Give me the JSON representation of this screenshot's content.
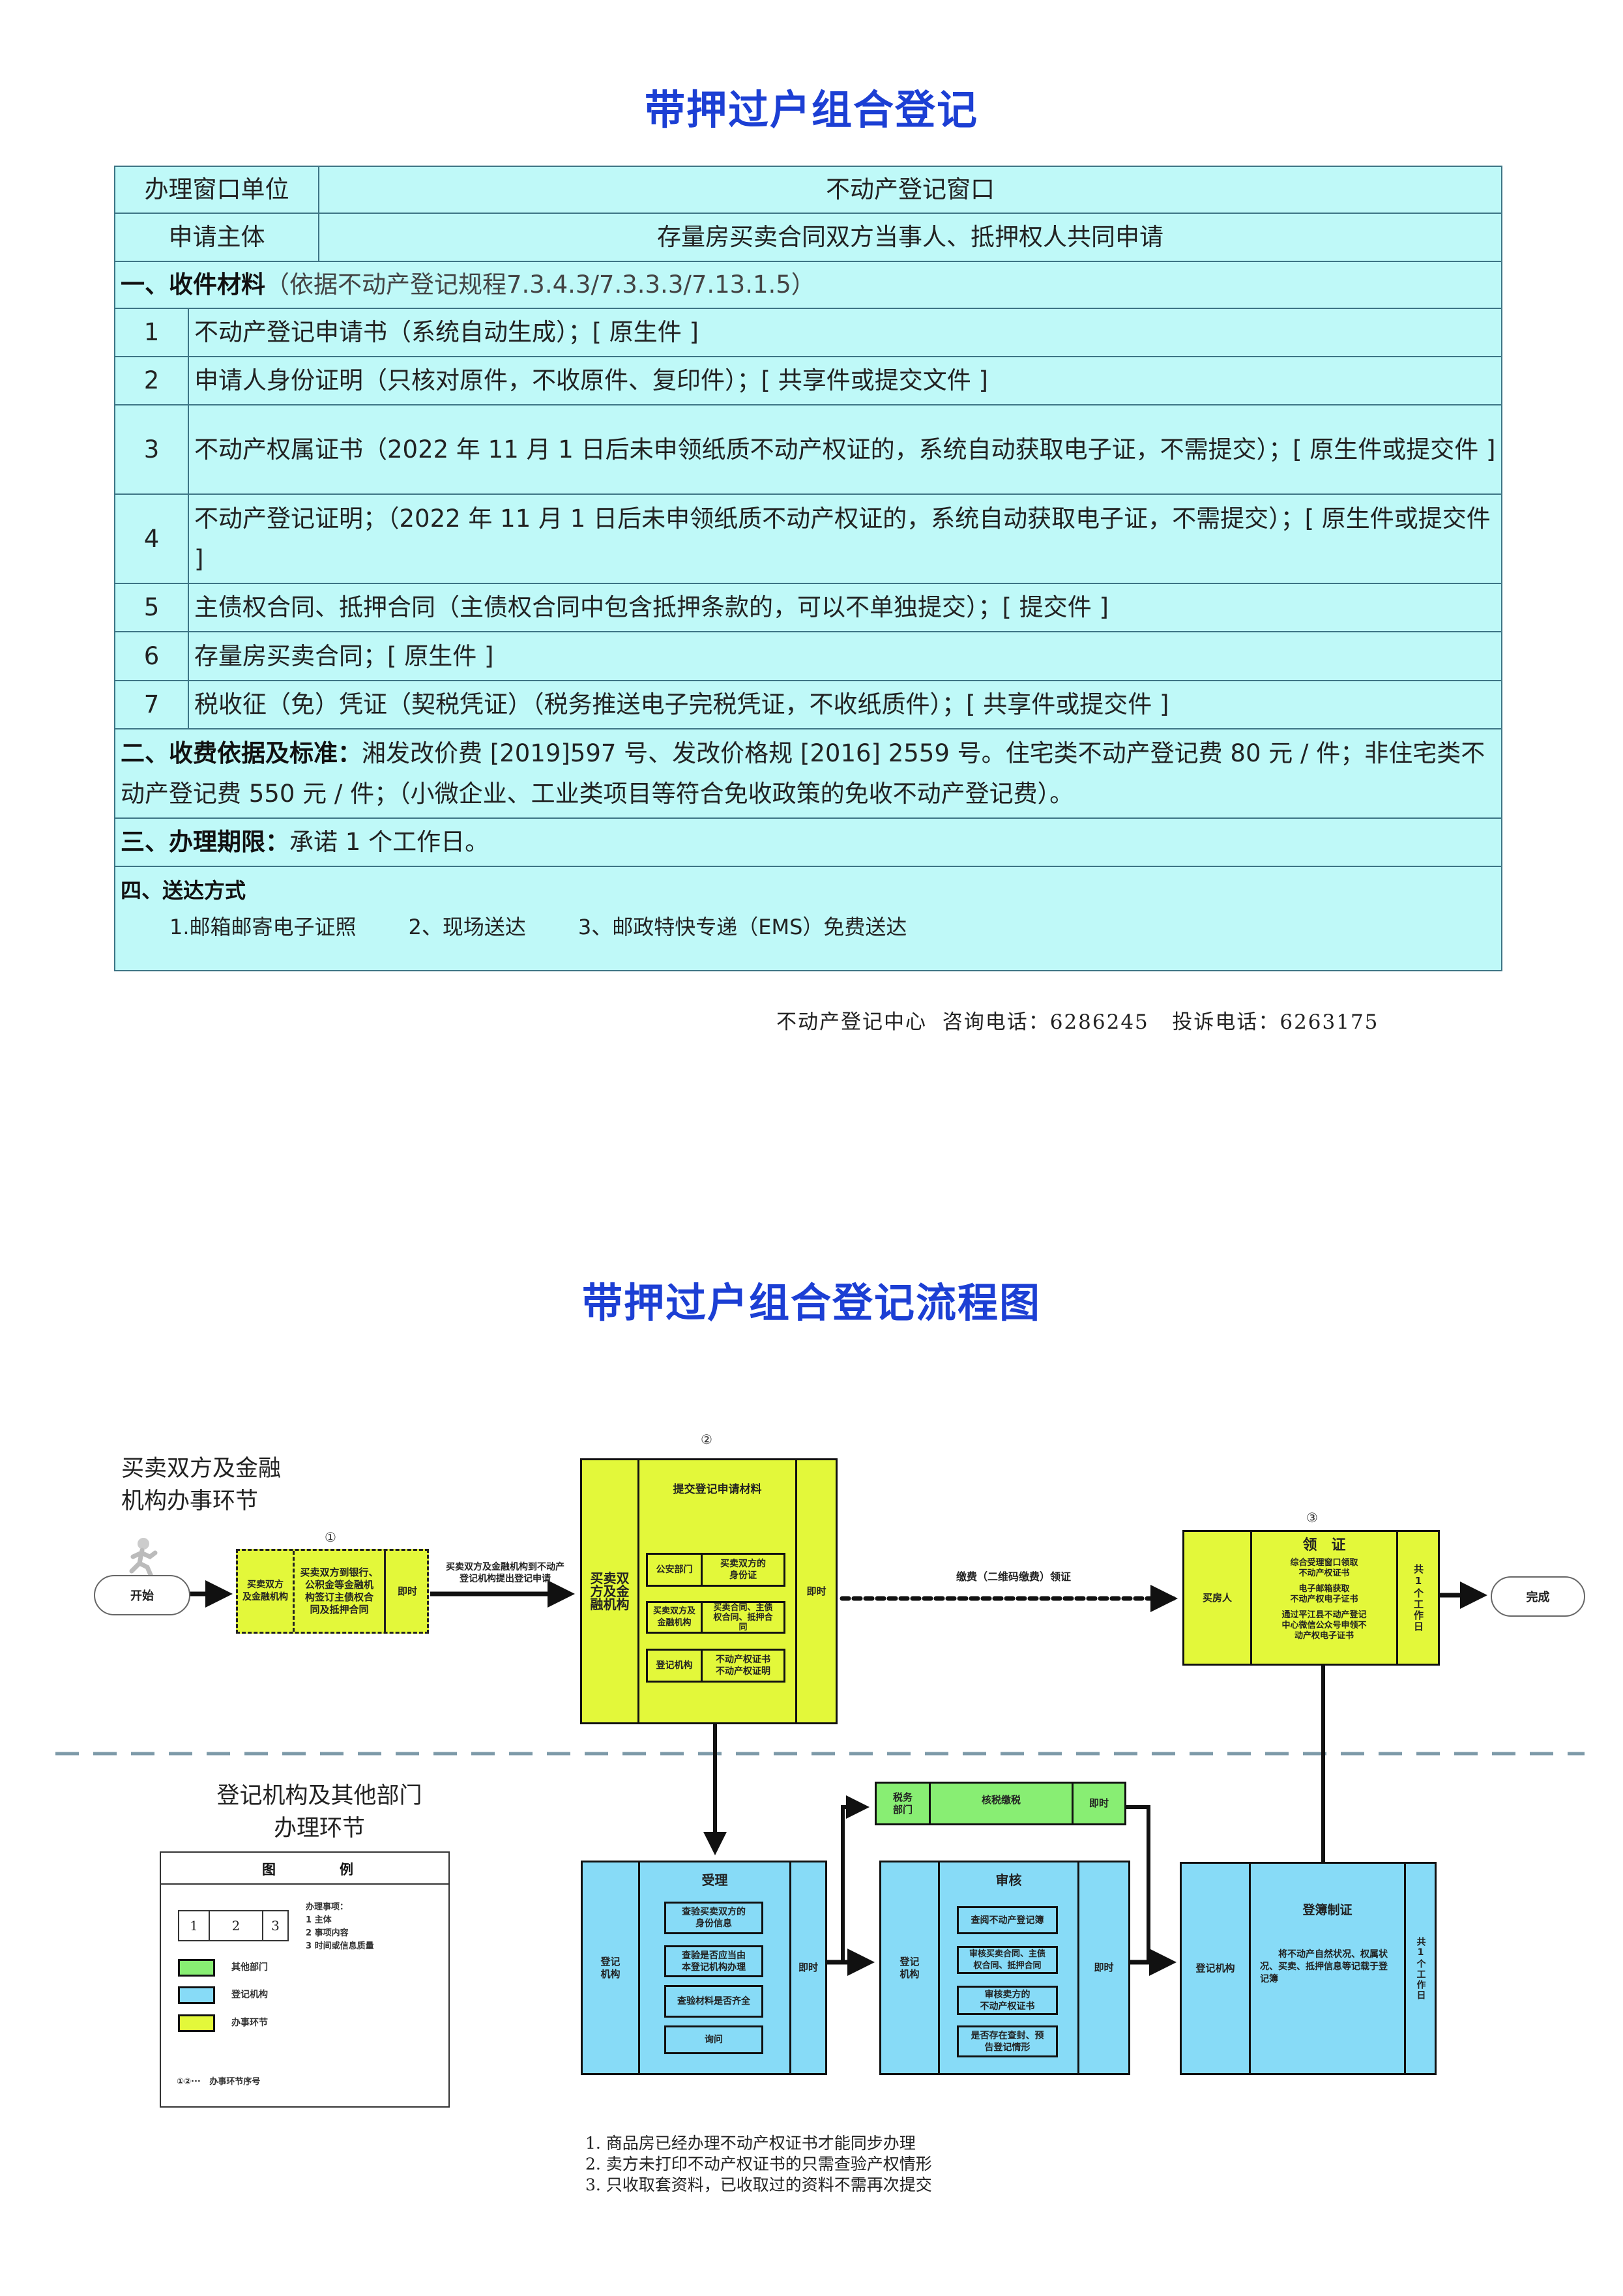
{
  "header": {
    "title": "带押过户组合登记"
  },
  "info_table": {
    "window_unit": {
      "label": "办理窗口单位",
      "value": "不动产登记窗口"
    },
    "applicant": {
      "label": "申请主体",
      "value": "存量房买卖合同双方当事人、抵押权人共同申请"
    },
    "materials": {
      "heading": "一、收件材料",
      "note": "（依据不动产登记规程7.3.4.3/7.3.3.3/7.13.1.5）",
      "items": [
        {
          "no": "1",
          "text": "不动产登记申请书（系统自动生成）；[ 原生件 ]"
        },
        {
          "no": "2",
          "text": "申请人身份证明（只核对原件，不收原件、复印件）；[ 共享件或提交文件 ]"
        },
        {
          "no": "3",
          "text": "不动产权属证书（2022 年 11 月 1 日后未申领纸质不动产权证的，系统自动获取电子证，不需提交）；[ 原生件或提交件 ]"
        },
        {
          "no": "4",
          "text": "不动产登记证明；（2022 年 11 月 1 日后未申领纸质不动产权证的，系统自动获取电子证，不需提交）；[ 原生件或提交件 ]"
        },
        {
          "no": "5",
          "text": "主债权合同、抵押合同（主债权合同中包含抵押条款的，可以不单独提交）；[ 提交件 ]"
        },
        {
          "no": "6",
          "text": "存量房买卖合同；[ 原生件 ]"
        },
        {
          "no": "7",
          "text": "税收征（免）凭证（契税凭证）（税务推送电子完税凭证，不收纸质件）；[ 共享件或提交件 ]"
        }
      ]
    },
    "fee": {
      "heading": "二、收费依据及标准：",
      "text": "湘发改价费 [2019]597 号、发改价格规 [2016] 2559 号。住宅类不动产登记费 80 元 / 件；非住宅类不动产登记费 550 元 / 件；（小微企业、工业类项目等符合免收政策的免收不动产登记费）。"
    },
    "period": {
      "heading": "三、办理期限：",
      "text": "承诺 1 个工作日。"
    },
    "delivery": {
      "heading": "四、送达方式",
      "options": [
        "1.邮箱邮寄电子证照",
        "2、现场送达",
        "3、邮政特快专递（EMS）免费送达"
      ]
    }
  },
  "footer": {
    "center": "不动产登记中心",
    "consult_label": "咨询电话：",
    "consult_phone": "6286245",
    "complaint_label": "投诉电话：",
    "complaint_phone": "6263175"
  },
  "flow": {
    "title": "带押过户组合登记流程图",
    "lane_top": "买卖双方及金融\n机构办事环节",
    "lane_bottom": "登记机构及其他部门\n办理环节",
    "start": "开始",
    "end": "完成",
    "step1": {
      "seq": "①",
      "subject": "买卖双方\n及金融机构",
      "content": "买卖双方到银行、\n公积金等金融机\n构签订主债权合\n同及抵押合同",
      "time": "即时"
    },
    "arrow1_label": "买卖双方及金融机构到不动产\n登记机构提出登记申请",
    "step2": {
      "seq": "②",
      "subject": "买卖双\n方及金\n融机构",
      "title": "提交登记申请材料",
      "time": "即时",
      "rows": [
        {
          "dept": "公安部门",
          "item": "买卖双方的\n身份证"
        },
        {
          "dept": "买卖双方及\n金融机构",
          "item": "买卖合同、主债\n权合同、抵押合\n同"
        },
        {
          "dept": "登记机构",
          "item": "不动产权证书\n不动产权证明"
        }
      ]
    },
    "arrow2_label": "缴费（二维码缴费）领证",
    "step3": {
      "seq": "③",
      "subject": "买房人",
      "title": "领　证",
      "lines": [
        "综合受理窗口领取\n不动产权证书",
        "电子邮箱获取\n不动产权电子证书",
        "通过平江县不动产登记\n中心微信公众号申领不\n动产权电子证书"
      ],
      "time": "共1个工作日"
    },
    "accept": {
      "subject": "登记\n机构",
      "title": "受理",
      "time": "即时",
      "items": [
        "查验买卖双方的\n身份信息",
        "查验是否应当由\n本登记机构办理",
        "查验材料是否齐全",
        "询问"
      ]
    },
    "tax": {
      "subject": "税务\n部门",
      "content": "核税缴税",
      "time": "即时"
    },
    "review": {
      "subject": "登记\n机构",
      "title": "审核",
      "time": "即时",
      "items": [
        "查阅不动产登记簿",
        "审核买卖合同、主债\n权合同、抵押合同",
        "审核卖方的\n不动产权证书",
        "是否存在查封、预\n告登记情形"
      ]
    },
    "register": {
      "subject": "登记机构",
      "title": "登簿制证",
      "content": "　　将不动产自然状况、权属状况、买卖、抵押信息等记载于登记簿",
      "time": "共1个工作日"
    },
    "legend": {
      "title_left": "图",
      "title_right": "例",
      "cells": [
        "1",
        "2",
        "3"
      ],
      "explain": [
        "办理事项：",
        "1  主体",
        "2  事项内容",
        "3  时间或信息质量"
      ],
      "swatches": [
        {
          "label": "其他部门",
          "color": "#88ee73"
        },
        {
          "label": "登记机构",
          "color": "#87dbf7"
        },
        {
          "label": "办事环节",
          "color": "#e3f83a"
        }
      ],
      "seq_symbol": "①②···",
      "seq_label": "办事环节序号"
    },
    "notes": [
      "1. 商品房已经办理不动产权证书才能同步办理",
      "2. 卖方未打印不动产权证书的只需查验产权情形",
      "3. 只收取套资料，已收取过的资料不需再次提交"
    ]
  }
}
